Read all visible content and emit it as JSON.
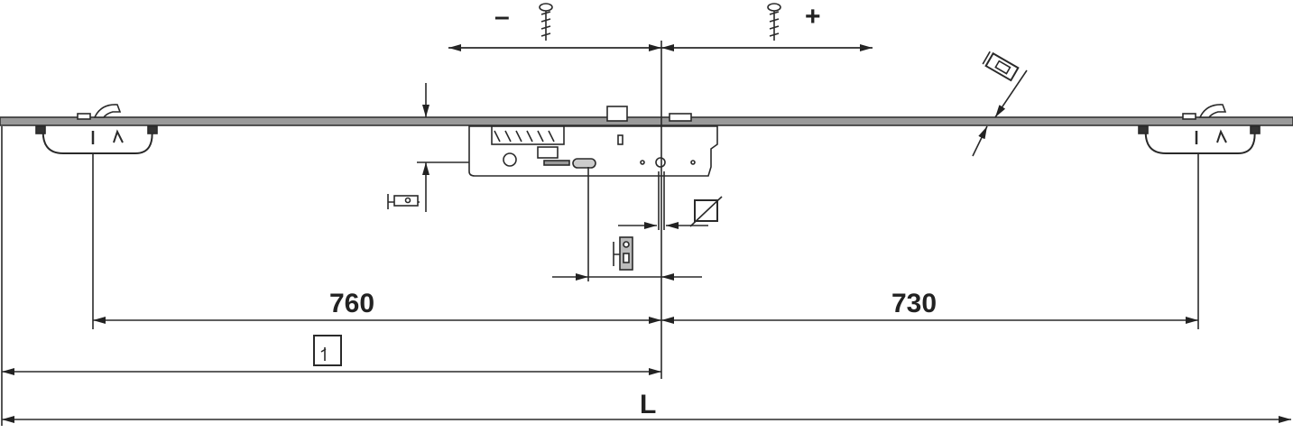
{
  "labels": {
    "minus": "–",
    "plus": "+",
    "left_distance": "760",
    "right_distance": "730",
    "total_length": "L"
  },
  "colors": {
    "line": "#2a2a2a",
    "bar": "#9a9a9a"
  }
}
